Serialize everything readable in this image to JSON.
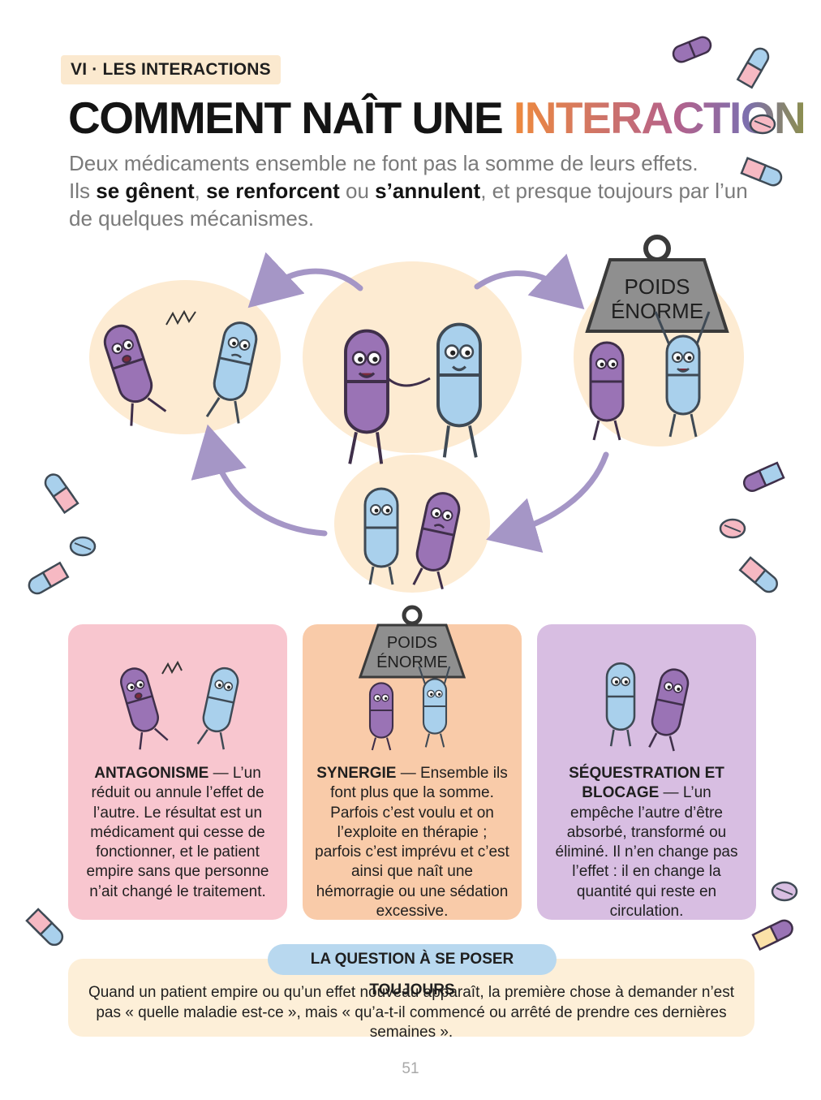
{
  "header": {
    "section_tag": "VI · LES INTERACTIONS",
    "title_part1": "COMMENT NAÎT UNE ",
    "title_part2": "INTERACTION"
  },
  "intro": {
    "line1": "Deux médicaments ensemble ne font pas la somme de leurs effets.",
    "line2_start": "Ils ",
    "bold1": "se gênent",
    "sep1": ", ",
    "bold2": "se renforcent",
    "sep2": " ou ",
    "bold3": "s’annulent",
    "line2_end": ", et presque toujours par l’un",
    "line3": "de quelques mécanismes."
  },
  "illustration": {
    "weight_line1": "POIDS",
    "weight_line2": "ÉNORME"
  },
  "cards": [
    {
      "term": "ANTAGONISME",
      "text": " — L’un réduit ou annule l’effet de l’autre. Le résultat est un médicament qui cesse de fonctionner, et le patient empire sans que personne n’ait changé le traitement.",
      "color": "#f8c6cf"
    },
    {
      "term": "SYNERGIE",
      "text": " — Ensemble ils font plus que la somme. Parfois c’est voulu et on l’exploite en thérapie ; parfois c’est imprévu et c’est ainsi que naît une hémorragie ou une sédation excessive.",
      "color": "#f9cba9"
    },
    {
      "term": "SÉQUESTRATION ET BLOCAGE",
      "text": " — L’un empêche l’autre d’être absorbé, transformé ou éliminé. Il n’en change pas l’effet : il en change la quantité qui reste en circulation.",
      "color": "#d8bee2"
    }
  ],
  "question": {
    "label": "LA QUESTION À SE POSER TOUJOURS",
    "text": "Quand un patient empire ou qu’un effet nouveau apparaît, la première chose à demander n’est pas « quelle maladie est-ce », mais « qu’a-t-il commencé ou arrêté de prendre ces dernières semaines »."
  },
  "page_number": "51",
  "colors": {
    "purple_pill": "#9a73b5",
    "blue_pill": "#a9d0ec",
    "pink_pill": "#f6b9c3",
    "blob": "#fdebd2",
    "arrow": "#a596c6"
  }
}
